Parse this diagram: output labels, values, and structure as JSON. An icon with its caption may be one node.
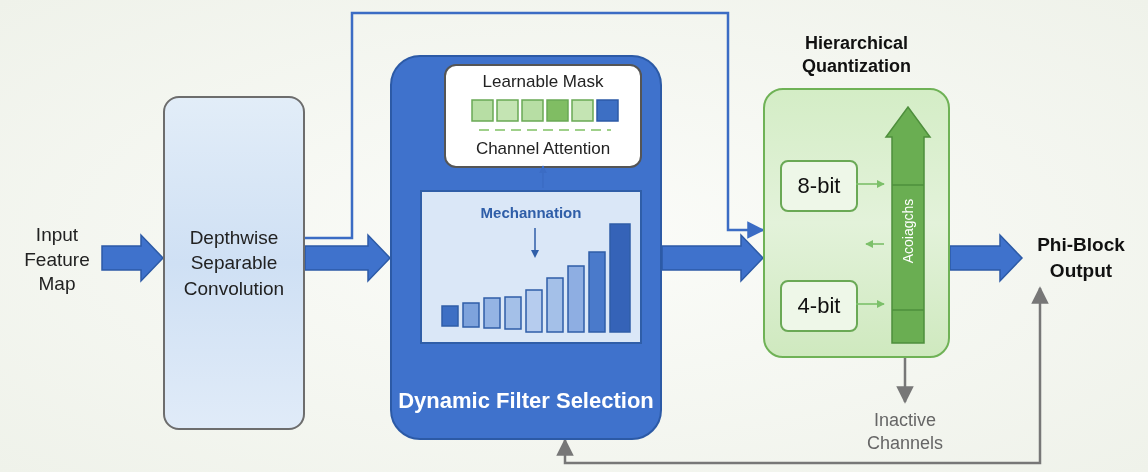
{
  "diagram": {
    "nodes": [
      {
        "text": [
          "Input Feature Map"
        ]
      },
      {
        "text": [
          "Depthwise Separable Convolution"
        ]
      },
      {
        "text": [
          "Dynamic Filter Selection"
        ]
      },
      {
        "text": [
          "Learnable Mask",
          "Channel Attention"
        ],
        "in": 2
      },
      {
        "text": [
          "Mechannation"
        ],
        "in": 2
      },
      {
        "text": [
          "Hierarchical Quantization"
        ]
      },
      {
        "text": [
          "8-bit"
        ],
        "in": 5
      },
      {
        "text": [
          "4-bit"
        ],
        "in": 5
      },
      {
        "text": [
          "Acoiagchs"
        ],
        "in": 5
      },
      {
        "text": [
          "Inactive Channels"
        ]
      },
      {
        "text": [
          "Phi-Block Output"
        ]
      }
    ],
    "edges": [
      {
        "from": 0,
        "to": 1,
        "arrow": "to",
        "style": "thick"
      },
      {
        "from": 1,
        "to": 2,
        "arrow": "to",
        "style": "thick"
      },
      {
        "from": 2,
        "to": 5,
        "arrow": "to",
        "style": "thick"
      },
      {
        "from": 5,
        "to": 10,
        "arrow": "to",
        "style": "thick"
      },
      {
        "from": 1,
        "to": 5,
        "arrow": "to"
      },
      {
        "from": 4,
        "to": 3,
        "arrow": "to"
      },
      {
        "from": 6,
        "to": 8,
        "arrow": "to",
        "color": "#7cc06a"
      },
      {
        "from": 7,
        "to": 8,
        "arrow": "to",
        "color": "#7cc06a"
      },
      {
        "from": 8,
        "to": null,
        "arrow": "to",
        "color": "#7cc06a"
      },
      {
        "from": 5,
        "to": 9,
        "arrow": "to",
        "color": "#777777"
      },
      {
        "from": 10,
        "to": 2,
        "arrow": "both",
        "color": "#777777"
      }
    ]
  }
}
